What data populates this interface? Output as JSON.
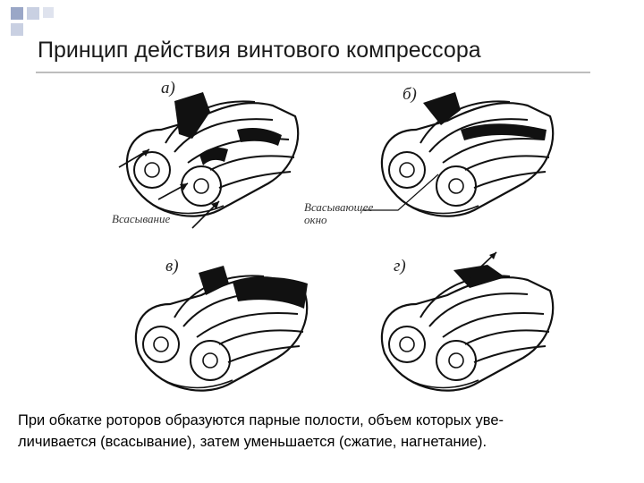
{
  "slide": {
    "title": "Принцип действия винтового компрессора",
    "caption": "При обкатке роторов образуются парные полости, объем которых уве-\nличивается (всасывание), затем уменьшается (сжатие, нагнетание)."
  },
  "figures": [
    {
      "letter": "а)",
      "callout": "Всасывание"
    },
    {
      "letter": "б)",
      "callout_line1": "Всасывающее",
      "callout_line2": "окно"
    },
    {
      "letter": "в)"
    },
    {
      "letter": "г)"
    }
  ],
  "colors": {
    "corner_squares": "#9aa7c7",
    "title_rule": "#bdbdbd"
  }
}
